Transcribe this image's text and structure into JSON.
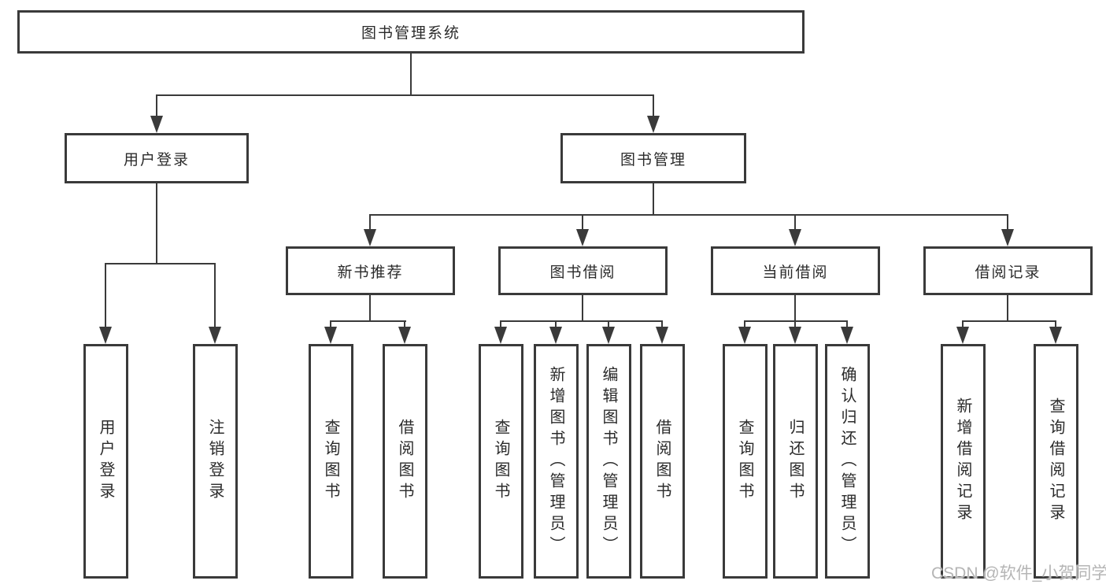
{
  "diagram": {
    "root": {
      "label": "图书管理系统"
    },
    "level2": [
      {
        "label": "用户登录"
      },
      {
        "label": "图书管理"
      }
    ],
    "level3": [
      {
        "label": "新书推荐"
      },
      {
        "label": "图书借阅"
      },
      {
        "label": "当前借阅"
      },
      {
        "label": "借阅记录"
      }
    ],
    "leaves": {
      "user_login": [
        "用户登录",
        "注销登录"
      ],
      "new_book_recommend": [
        "查询图书",
        "借阅图书"
      ],
      "book_borrow": [
        "查询图书",
        "新增图书（管理员）",
        "编辑图书（管理员）",
        "借阅图书"
      ],
      "current_borrow": [
        "查询图书",
        "归还图书",
        "确认归还（管理员）"
      ],
      "borrow_record": [
        "新增借阅记录",
        "查询借阅记录"
      ]
    }
  },
  "watermark": {
    "text": "CSDN @软件_小贺同学"
  },
  "colors": {
    "line": "#3a3a3a",
    "text": "#2b2b2b",
    "background": "#ffffff",
    "watermark": "#b5b5b5"
  }
}
